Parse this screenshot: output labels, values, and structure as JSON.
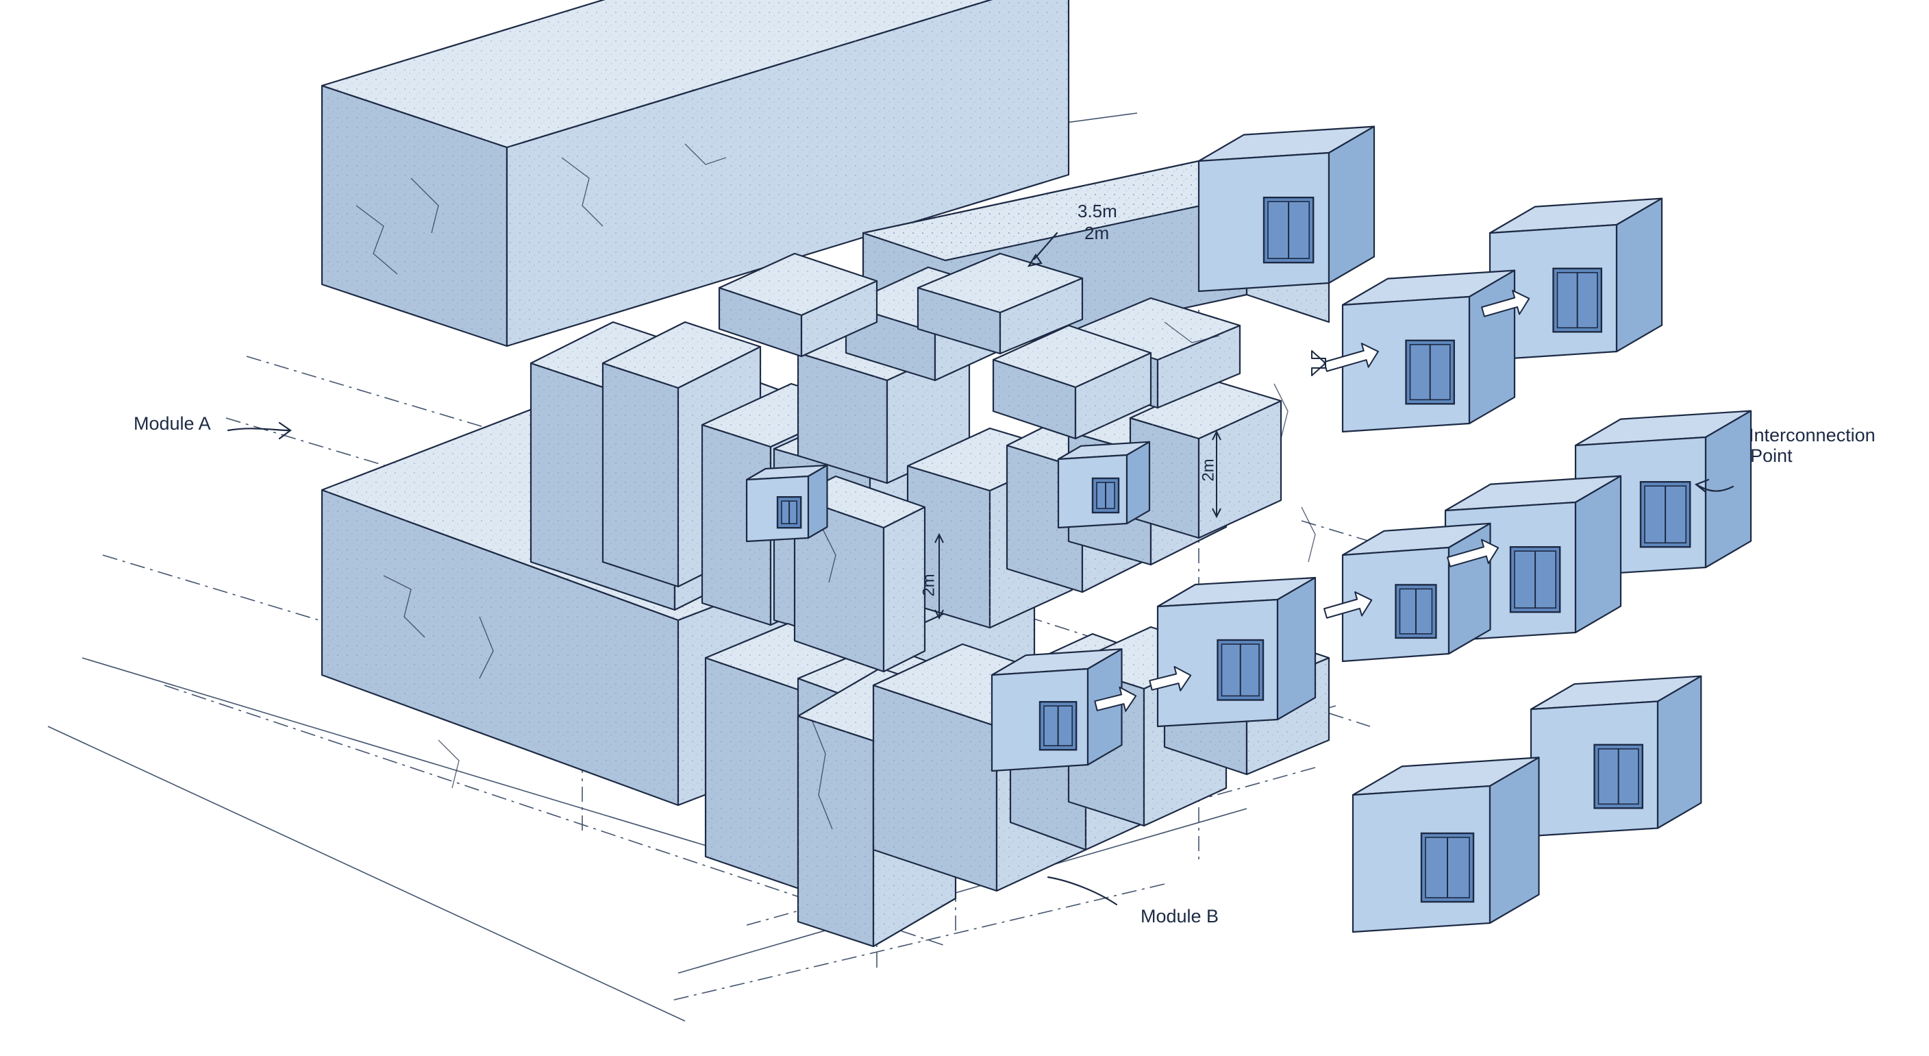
{
  "labels": {
    "module_a": "Module A",
    "module_b": "Module B",
    "interconnection": "Interconnection",
    "point": "Point",
    "dim_width": "3.5m",
    "dim_depth": "2m",
    "dim_height_left": "2m",
    "dim_height_right": "2m"
  },
  "palette": {
    "ink": "#1d2a44",
    "block_top": "#dde8f3",
    "block_left": "#aec4dc",
    "block_right": "#c7d8ea",
    "module_front": "#b8d0ea",
    "module_side": "#8fb0d6",
    "window": "#5f87bd",
    "guide_line": "#44546e"
  },
  "icons": {
    "flow_arrow": "hollow-right-arrow-icon",
    "callout_arrow": "callout-arrow-icon"
  }
}
